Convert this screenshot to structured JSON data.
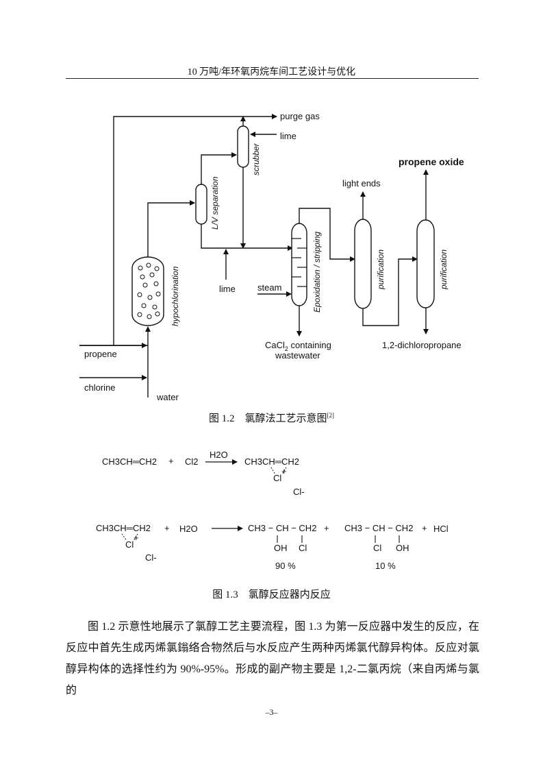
{
  "header": {
    "title": "10 万吨/年环氧丙烷车间工艺设计与优化"
  },
  "figure1": {
    "caption_main": "图 1.2　氯醇法工艺示意图",
    "caption_ref": "[2]",
    "labels": {
      "purge_gas": "purge gas",
      "lime_top": "lime",
      "scrubber": "scrubber",
      "propene_oxide": "propene oxide",
      "light_ends": "light ends",
      "lv_separation": "L/V separation",
      "hypochlorination": "hypochlorination",
      "lime_mid": "lime",
      "steam": "steam",
      "epoxidation": "Epoxidation / stripping",
      "purification_1": "purification",
      "purification_2": "purification",
      "cacl2_line1_pre": "CaCl",
      "cacl2_sub": "2",
      "cacl2_line1_post": " containing",
      "cacl2_line2": "wastewater",
      "dichloropropane": "1,2-dichloropropane",
      "propene": "propene",
      "chlorine": "chlorine",
      "water": "water"
    }
  },
  "figure2": {
    "caption": "图 1.3　氯醇反应器内反应",
    "reaction1": {
      "reactant1": "CH3CH═CH2",
      "plus": "+",
      "reactant2": "Cl2",
      "over_arrow": "H2O",
      "product_top": "CH3CH═CH2",
      "product_cl": "Cl",
      "product_charge": "+",
      "anion": "Cl-"
    },
    "reaction2": {
      "reactant1": "CH3CH═CH2",
      "reactant1_cl": "Cl",
      "reactant1_charge": "+",
      "anion": "Cl-",
      "plus1": "+",
      "water": "H2O",
      "product1_chain": "CH3 − CH − CH2",
      "product1_sub_left": "OH",
      "product1_sub_right": "Cl",
      "product1_yield": "90 %",
      "plus2": "+",
      "product2_chain": "CH3 − CH − CH2",
      "product2_sub_left": "Cl",
      "product2_sub_right": "OH",
      "product2_yield": "10 %",
      "plus3": "+",
      "hcl": "HCl"
    }
  },
  "body": {
    "paragraph": "图 1.2 示意性地展示了氯醇工艺主要流程，图 1.3 为第一反应器中发生的反应，在反应中首先生成丙烯氯鎓络合物然后与水反应产生两种丙烯氯代醇异构体。反应对氯醇异构体的选择性约为 90%-95%。形成的副产物主要是 1,2-二氯丙烷（来自丙烯与氯的"
  },
  "footer": {
    "page_number": "–3–"
  }
}
